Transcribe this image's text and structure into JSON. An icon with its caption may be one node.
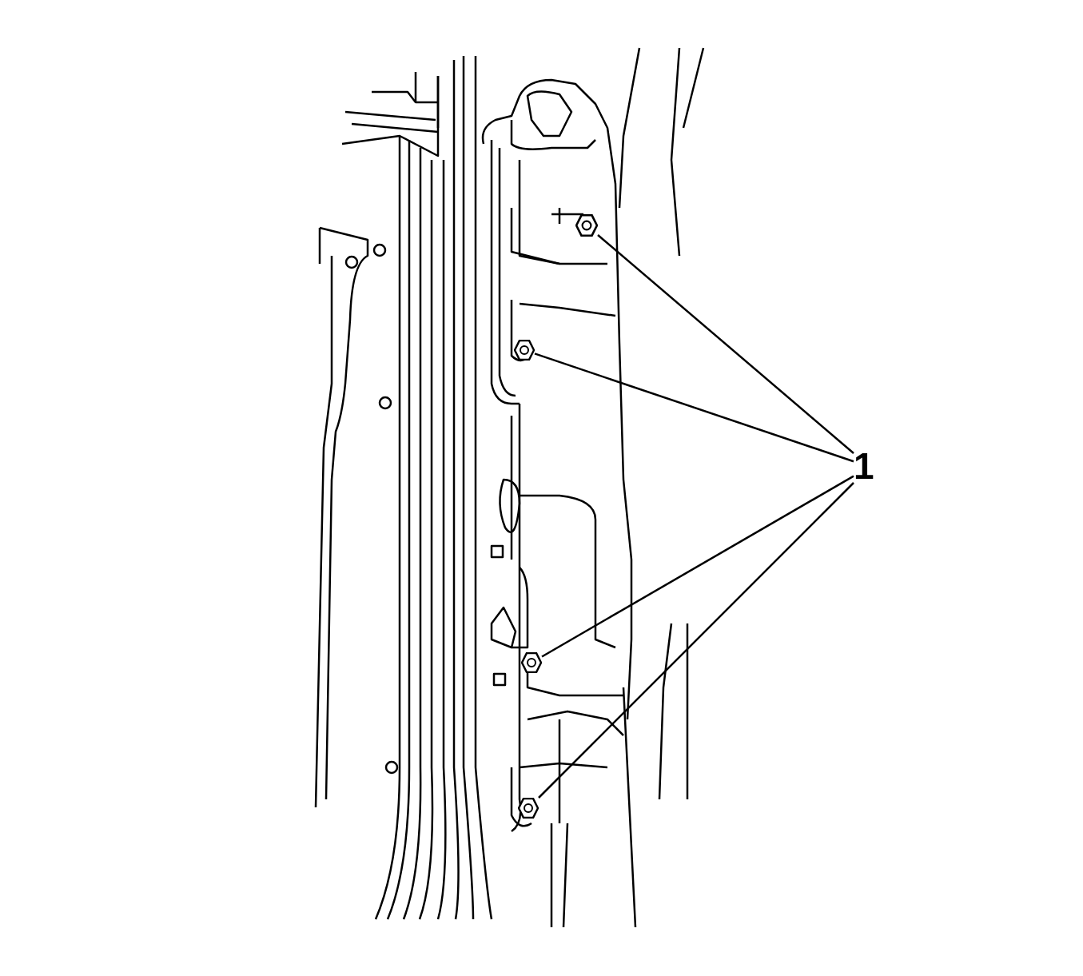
{
  "diagram": {
    "nodes": [
      {
        "text": [
          "1"
        ]
      },
      {
        "text": [],
        "shape": "picture"
      },
      {
        "text": [],
        "shape": "picture"
      },
      {
        "text": [],
        "shape": "picture"
      },
      {
        "text": [],
        "shape": "picture"
      }
    ],
    "edges": [
      {
        "from": 0,
        "to": 1,
        "arrow": "none"
      },
      {
        "from": 0,
        "to": 2,
        "arrow": "none"
      },
      {
        "from": 0,
        "to": 3,
        "arrow": "none"
      },
      {
        "from": 0,
        "to": 4,
        "arrow": "none"
      }
    ]
  }
}
